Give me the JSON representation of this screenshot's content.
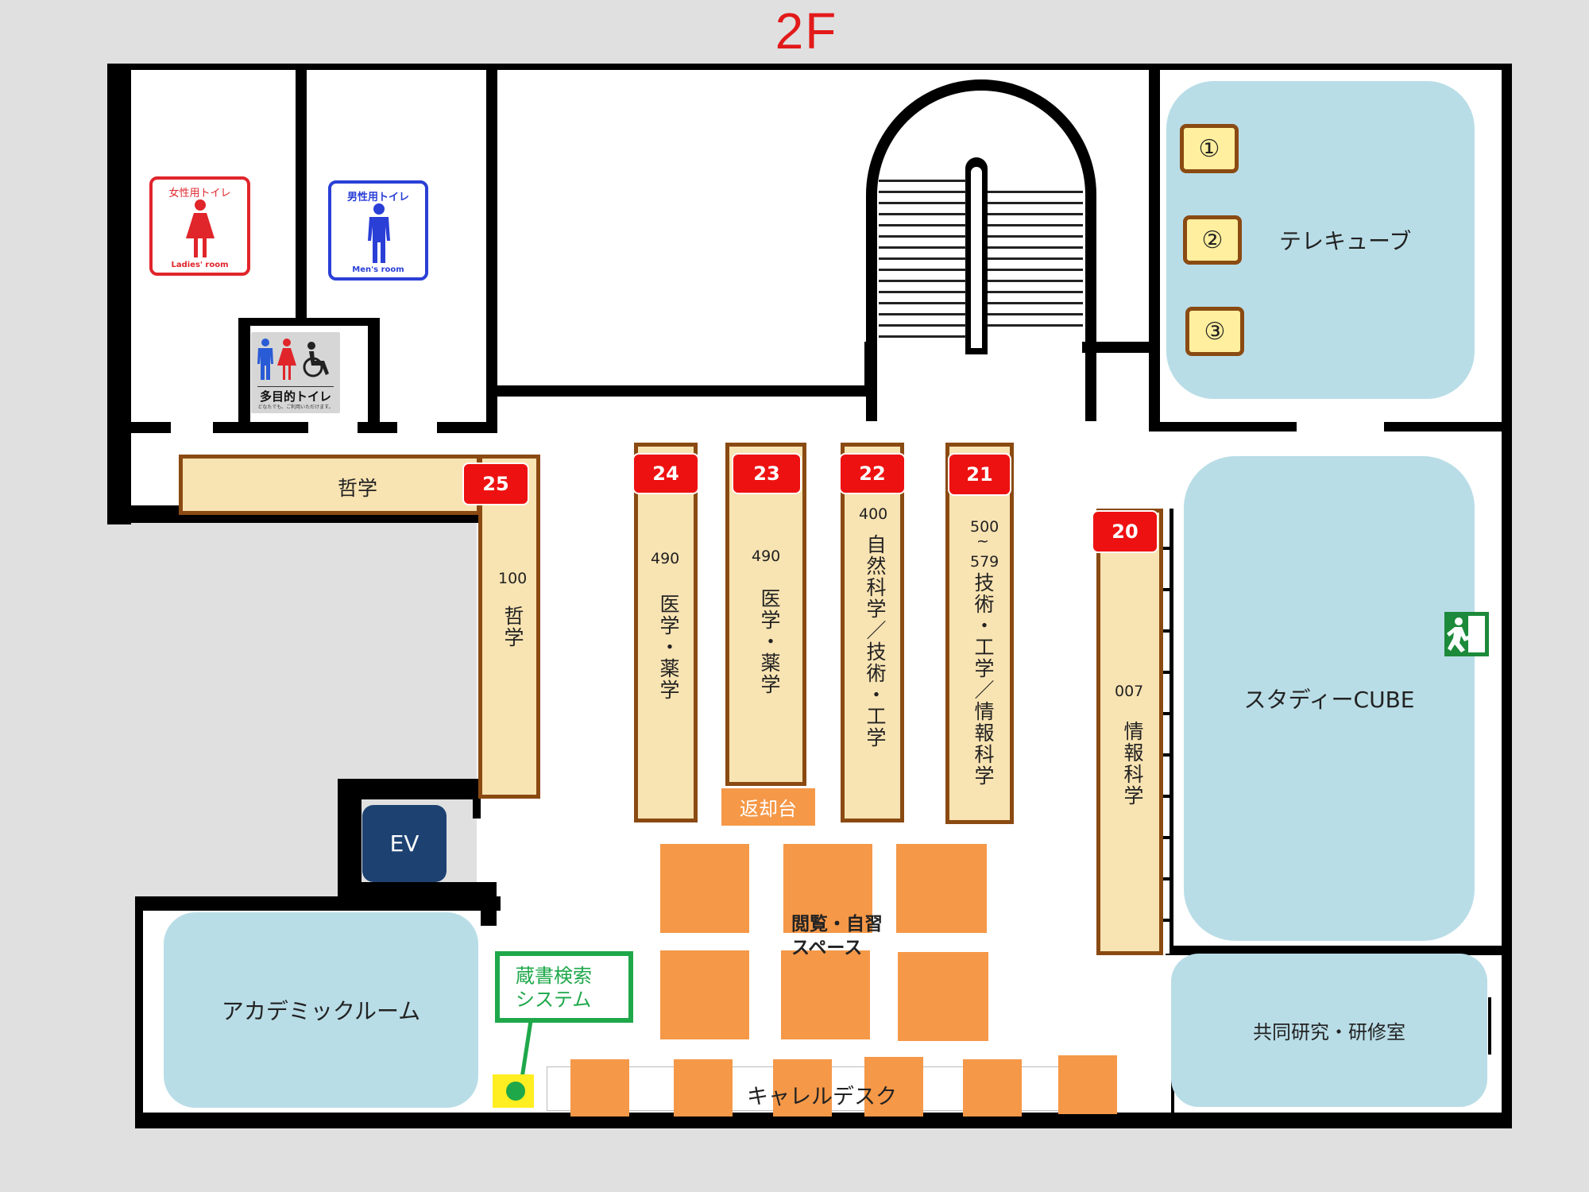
{
  "floor_label": "2F",
  "restrooms": {
    "ladies_label": "女性用トイレ",
    "ladies_sub": "Ladies' room",
    "mens_label": "男性用トイレ",
    "mens_sub": "Men's room",
    "multi_label": "多目的トイレ",
    "multi_sub": "どなたでも、ご利用いただけます。"
  },
  "rooms": {
    "telecube": "テレキューブ",
    "telecube_booths": [
      "①",
      "②",
      "③"
    ],
    "study_cube": "スタディーCUBE",
    "academic_room": "アカデミックルーム",
    "joint_research": "共同研究・研修室",
    "ev": "EV"
  },
  "shelves": [
    {
      "num": "25",
      "h_label": "哲学",
      "class": "100",
      "subject": "哲学"
    },
    {
      "num": "24",
      "class": "490",
      "subject": "医学・薬学"
    },
    {
      "num": "23",
      "class": "490",
      "subject": "医学・薬学"
    },
    {
      "num": "22",
      "class": "400",
      "subject": "自然科学／技術・工学"
    },
    {
      "num": "21",
      "class_top": "500",
      "class_sep": "~",
      "class_bottom": "579",
      "subject": "技術・工学／情報科学"
    },
    {
      "num": "20",
      "class": "007",
      "subject": "情報科学"
    }
  ],
  "return_counter": "返却台",
  "reading_space": "閲覧・自習\nスペース",
  "search_system": "蔵書検索\nシステム",
  "carrel_desk": "キャレルデスク",
  "colors": {
    "floor_label": "#e21a1a",
    "shelf_fill": "#f8e3b2",
    "shelf_border": "#8a4a12",
    "shelf_number": "#ee1111",
    "room": "#b9dde7",
    "table": "#f59848",
    "ev": "#1d4272",
    "search_border": "#1ea84a",
    "exit": "#1c8a3a"
  }
}
